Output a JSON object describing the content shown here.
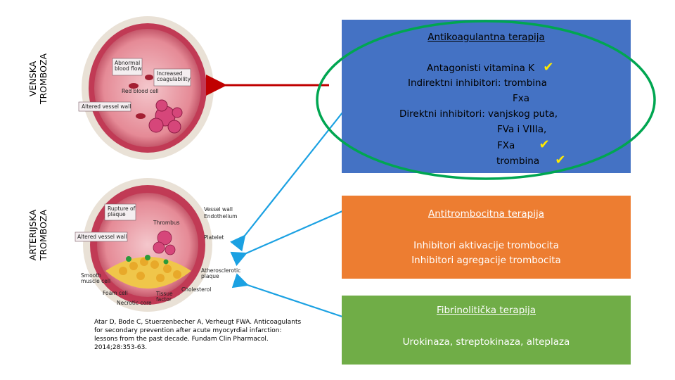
{
  "labels": {
    "venous": [
      "VENSKA",
      "TROMBOZA"
    ],
    "arterial": [
      "ARTERIJSKA",
      "TROMBOZA"
    ]
  },
  "venous_figure": {
    "abnormal_flow": [
      "Abnormal",
      "blood flow"
    ],
    "coagulability": [
      "Increased",
      "coagulability"
    ],
    "rbc": "Red blood cell",
    "vessel_wall": "Altered vessel wall"
  },
  "arterial_figure": {
    "rupture": [
      "Rupture of",
      "plaque"
    ],
    "vessel_wall_r": "Vessel wall",
    "endothelium": "Endothelium",
    "thrombus": "Thrombus",
    "altered_wall": "Altered vessel wall",
    "platelet": "Platelet",
    "smooth_muscle": [
      "Smooth",
      "muscle cell"
    ],
    "atherosclerotic": [
      "Atherosclerotic",
      "plaque"
    ],
    "foam_cell": "Foam cell",
    "tissue_factor": [
      "Tissue",
      "factor"
    ],
    "cholesterol": "Cholesterol",
    "necrotic_core": "Necrotic core"
  },
  "citation": "Atar D, Bode C, Stuerzenbecher A, Verheugt FWA. Anticoagulants for secondary prevention after acute myocyrdial infarction: lessons from the past decade. Fundam Clin Pharmacol. 2014;28:353-63.",
  "anticoag": {
    "title": "Antikoagulantna terapija",
    "line1": "Antagonisti vitamina K",
    "line2": "Indirektni inhibitori: trombina",
    "line3": "Fxa",
    "line4": "Direktni inhibitori: vanjskog puta,",
    "line5": "FVa i VIIIa,",
    "line6": "FXa",
    "line7": "trombina",
    "check": "✔"
  },
  "antiplatelet": {
    "title": "Antitrombocitna terapija",
    "line1": "Inhibitori aktivacije trombocita",
    "line2": "Inhibitori agregacije trombocita"
  },
  "fibrinolytic": {
    "title": "Fibrinolitička terapija",
    "line1": "Urokinaza, streptokinaza, alteplaza"
  },
  "colors": {
    "blue_box": "#4472c4",
    "orange_box": "#ed7d31",
    "green_box": "#70ad47",
    "ellipse": "#00a651",
    "red_arrow": "#c00000",
    "blue_arrow": "#1ba1e2"
  }
}
